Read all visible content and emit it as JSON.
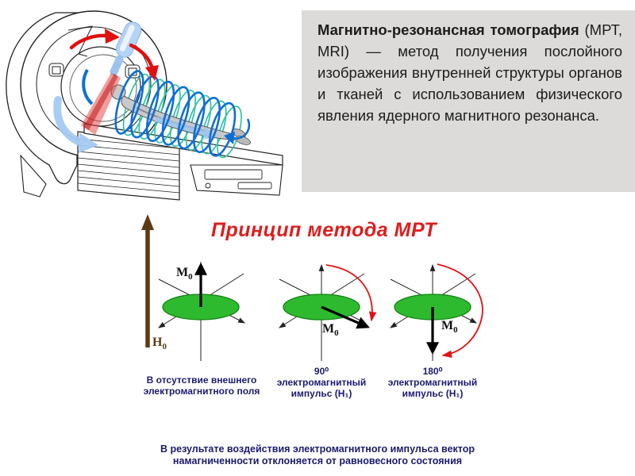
{
  "info_box": {
    "title": "Магнитно-резонансная томография",
    "body": "(МРТ, MRI) — метод получения послойного изображения внутренней структуры органов и тканей с использованием физического явления ядерного магнитного резонанса."
  },
  "principle": {
    "title": "Принцип метода МРТ",
    "h0_label": {
      "main": "H",
      "sub": "0"
    },
    "diagrams": [
      {
        "m0": {
          "main": "M",
          "sub": "0"
        },
        "caption": "В отсутствие внешнего\nэлектромагнитного поля"
      },
      {
        "m0": {
          "main": "M",
          "sub": "0"
        },
        "caption": "90⁰\nэлектромагнитный\nимпульс (Н₁)"
      },
      {
        "m0": {
          "main": "M",
          "sub": "0"
        },
        "caption": "180⁰\nэлектромагнитный\nимпульс (Н₁)"
      }
    ],
    "conclusion": "В результате воздействия электромагнитного импульса вектор\nнамагниченности отклоняется от равновесного состояния"
  },
  "colors": {
    "title_red": "#dd1d1d",
    "caption_navy": "#1b1b6e",
    "disk_green": "#2eba2e",
    "field_brown": "#5e3a14",
    "coil_blue": "#0e6fd4",
    "coil_teal": "#2dc4a2",
    "arc_red": "#e01212",
    "info_bg": "#dcdbd9"
  }
}
